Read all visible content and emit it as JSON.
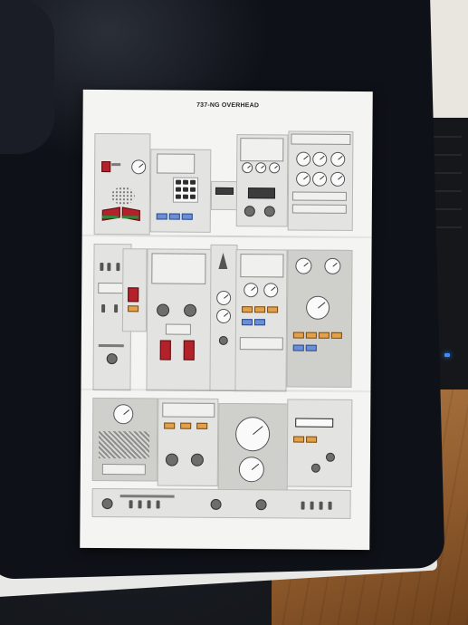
{
  "document": {
    "title": "737-NG OVERHEAD"
  },
  "colors": {
    "paper": "#f4f4f2",
    "panel": "#e3e3e1",
    "amber_light": "#e2a04a",
    "blue_light": "#6a8fd6",
    "red_guard": "#b3222a",
    "mat": "#0e1117",
    "floor": "#9a6634"
  },
  "scene": {
    "objects": [
      "desk-mat",
      "printed-poster",
      "pc-tower",
      "wooden-floor",
      "desk-edge"
    ]
  }
}
